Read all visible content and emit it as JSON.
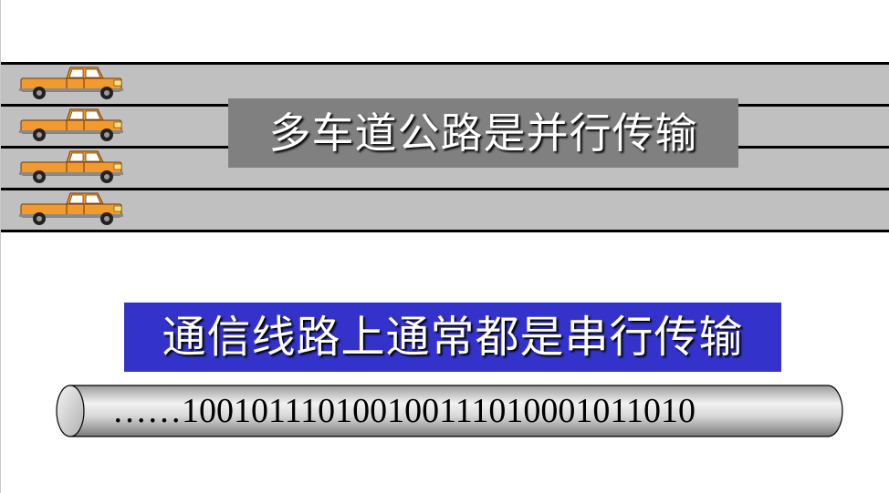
{
  "highway": {
    "lane_count": 4,
    "lane_color": "#c0c0c0",
    "line_color": "#000000",
    "vehicle_icon": "pickup-truck-icon",
    "vehicle_color": "#f29a2e"
  },
  "parallel_caption": {
    "text": "多车道公路是并行传输",
    "background": "#808080"
  },
  "serial_caption": {
    "text": "通信线路上通常都是串行传输",
    "background": "#3333cc"
  },
  "cable": {
    "bits": "……100101110100100111010001011010"
  }
}
